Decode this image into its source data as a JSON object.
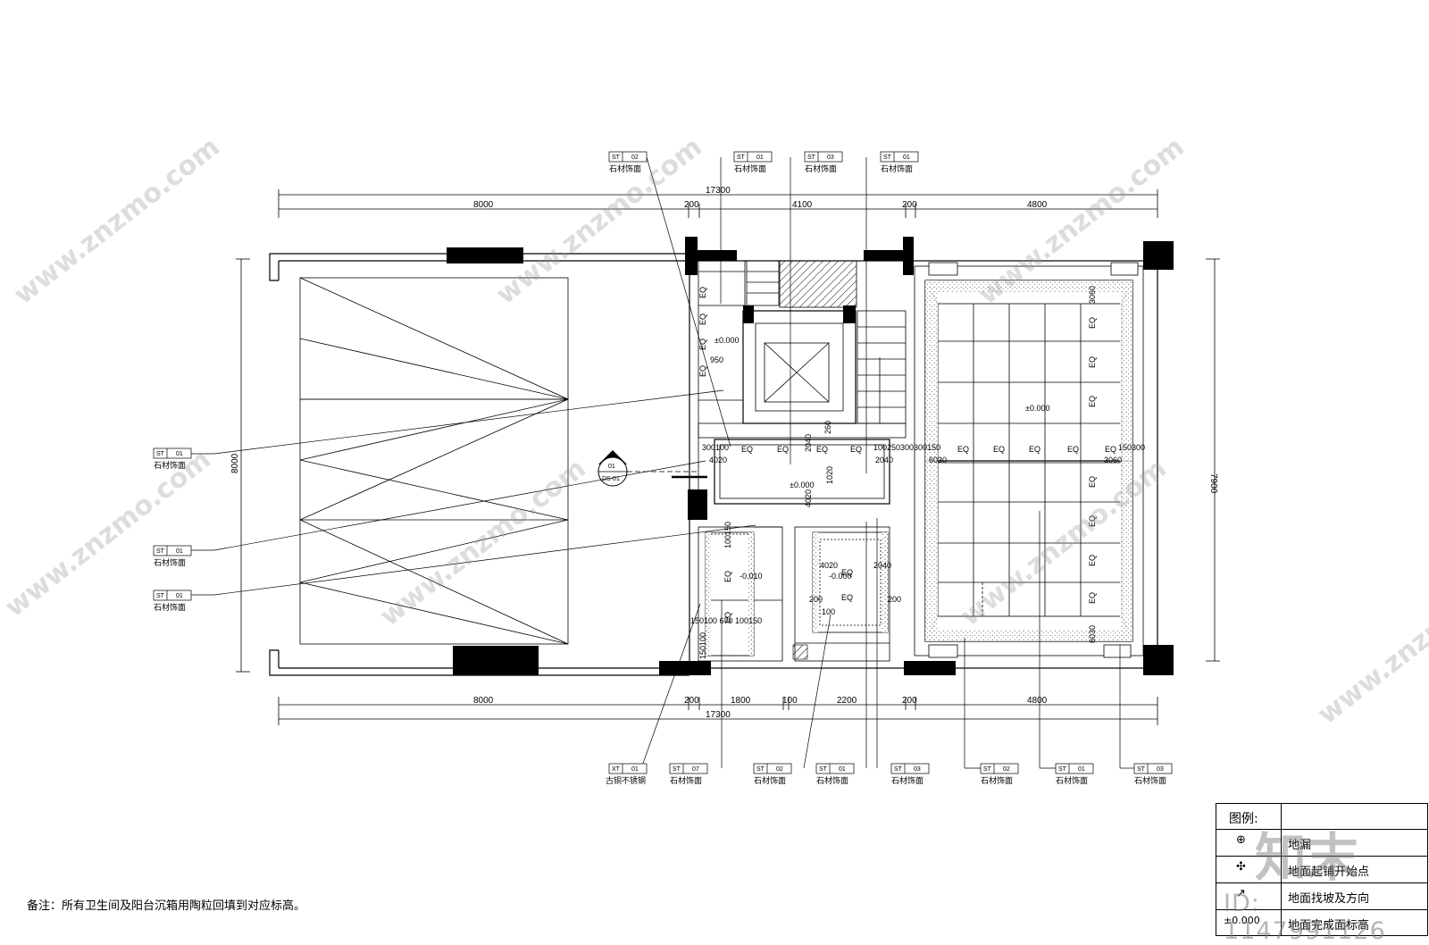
{
  "dimensions": {
    "top_total": "17300",
    "top_segments": [
      "8000",
      "200",
      "4100",
      "200",
      "4800"
    ],
    "bottom_segments": [
      "8000",
      "200",
      "1800",
      "100",
      "2200",
      "200",
      "4800"
    ],
    "bottom_total": "17300",
    "left_height": "8000",
    "right_height": "7900"
  },
  "inner_labels": {
    "elev_main": "±0.000",
    "elev_right": "±0.000",
    "elev_center": "±0.000",
    "elev_bath_left": "-0.010",
    "elev_bath_right": "-0.000",
    "width_950": "950",
    "span_4020": "4020",
    "span_2040": "2040",
    "span_1020": "1020",
    "span_3060": "3060",
    "span_6030": "6030",
    "eq": "EQ",
    "row_top": "300100",
    "row_top_b": "100250300300150",
    "row_top_c": "150300",
    "bath_left_row": "150100 670 100150",
    "bath_left_col": "100150",
    "bath_left_bottom": "150100",
    "bath_right_a": "4020",
    "bath_right_b": "2040",
    "bath_right_c": "200",
    "bath_right_d": "100",
    "bath_right_e": "260"
  },
  "section_marker": {
    "number": "01",
    "ref": "DS-01"
  },
  "tags": [
    {
      "code": "ST",
      "num": "02",
      "caption": "石材饰面"
    },
    {
      "code": "ST",
      "num": "01",
      "caption": "石材饰面"
    },
    {
      "code": "ST",
      "num": "03",
      "caption": "石材饰面"
    },
    {
      "code": "ST",
      "num": "01",
      "caption": "石材饰面"
    },
    {
      "code": "ST",
      "num": "01",
      "caption": "石材饰面"
    },
    {
      "code": "ST",
      "num": "01",
      "caption": "石材饰面"
    },
    {
      "code": "ST",
      "num": "01",
      "caption": "石材饰面"
    },
    {
      "code": "XT",
      "num": "01",
      "caption": "古铜不锈钢"
    },
    {
      "code": "ST",
      "num": "07",
      "caption": "石材饰面"
    },
    {
      "code": "ST",
      "num": "02",
      "caption": "石材饰面"
    },
    {
      "code": "ST",
      "num": "01",
      "caption": "石材饰面"
    },
    {
      "code": "ST",
      "num": "03",
      "caption": "石材饰面"
    },
    {
      "code": "ST",
      "num": "02",
      "caption": "石材饰面"
    },
    {
      "code": "ST",
      "num": "01",
      "caption": "石材饰面"
    },
    {
      "code": "ST",
      "num": "03",
      "caption": "石材饰面"
    }
  ],
  "legend": {
    "title": "图例:",
    "rows": [
      {
        "symbol": "drain-icon",
        "text": "地漏"
      },
      {
        "symbol": "tile-start-icon",
        "text": "地面起铺开始点"
      },
      {
        "symbol": "slope-icon",
        "text": "地面找坡及方向"
      },
      {
        "symbol": "elevation-icon",
        "text": "地面完成面标高",
        "symbol_text": "±0.000"
      }
    ]
  },
  "note": "备注：所有卫生间及阳台沉箱用陶粒回填到对应标高。",
  "watermarks": {
    "site": "www.znzmo.com",
    "brand": "知末",
    "id": "ID: 1147991126"
  }
}
